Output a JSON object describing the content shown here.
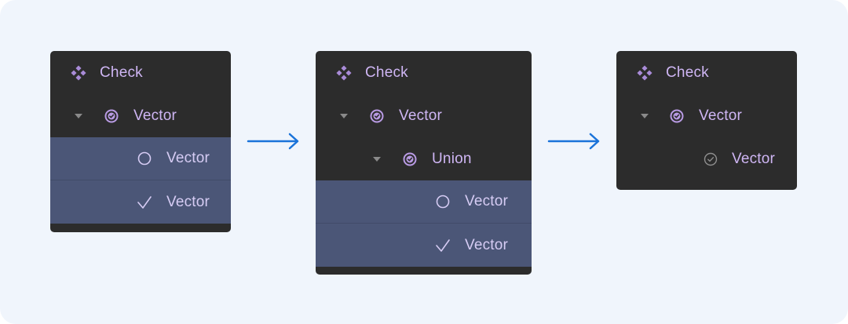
{
  "colors": {
    "canvas": "#f0f5fc",
    "panel": "#2c2c2c",
    "selected_row": "#4b5677",
    "label_purple": "#cfb6f4",
    "arrow_blue": "#1a73d9"
  },
  "panel_1": {
    "rows": [
      {
        "label": "Check",
        "icon": "component-icon"
      },
      {
        "label": "Vector",
        "icon": "boolean-check-icon"
      },
      {
        "label": "Vector",
        "icon": "circle-icon"
      },
      {
        "label": "Vector",
        "icon": "check-mark-icon"
      }
    ]
  },
  "panel_2": {
    "rows": [
      {
        "label": "Check",
        "icon": "component-icon"
      },
      {
        "label": "Vector",
        "icon": "boolean-check-icon"
      },
      {
        "label": "Union",
        "icon": "boolean-check-icon"
      },
      {
        "label": "Vector",
        "icon": "circle-icon"
      },
      {
        "label": "Vector",
        "icon": "check-mark-icon"
      }
    ]
  },
  "panel_3": {
    "rows": [
      {
        "label": "Check",
        "icon": "component-icon"
      },
      {
        "label": "Vector",
        "icon": "boolean-check-icon"
      },
      {
        "label": "Vector",
        "icon": "vector-check-circle-icon"
      }
    ]
  }
}
